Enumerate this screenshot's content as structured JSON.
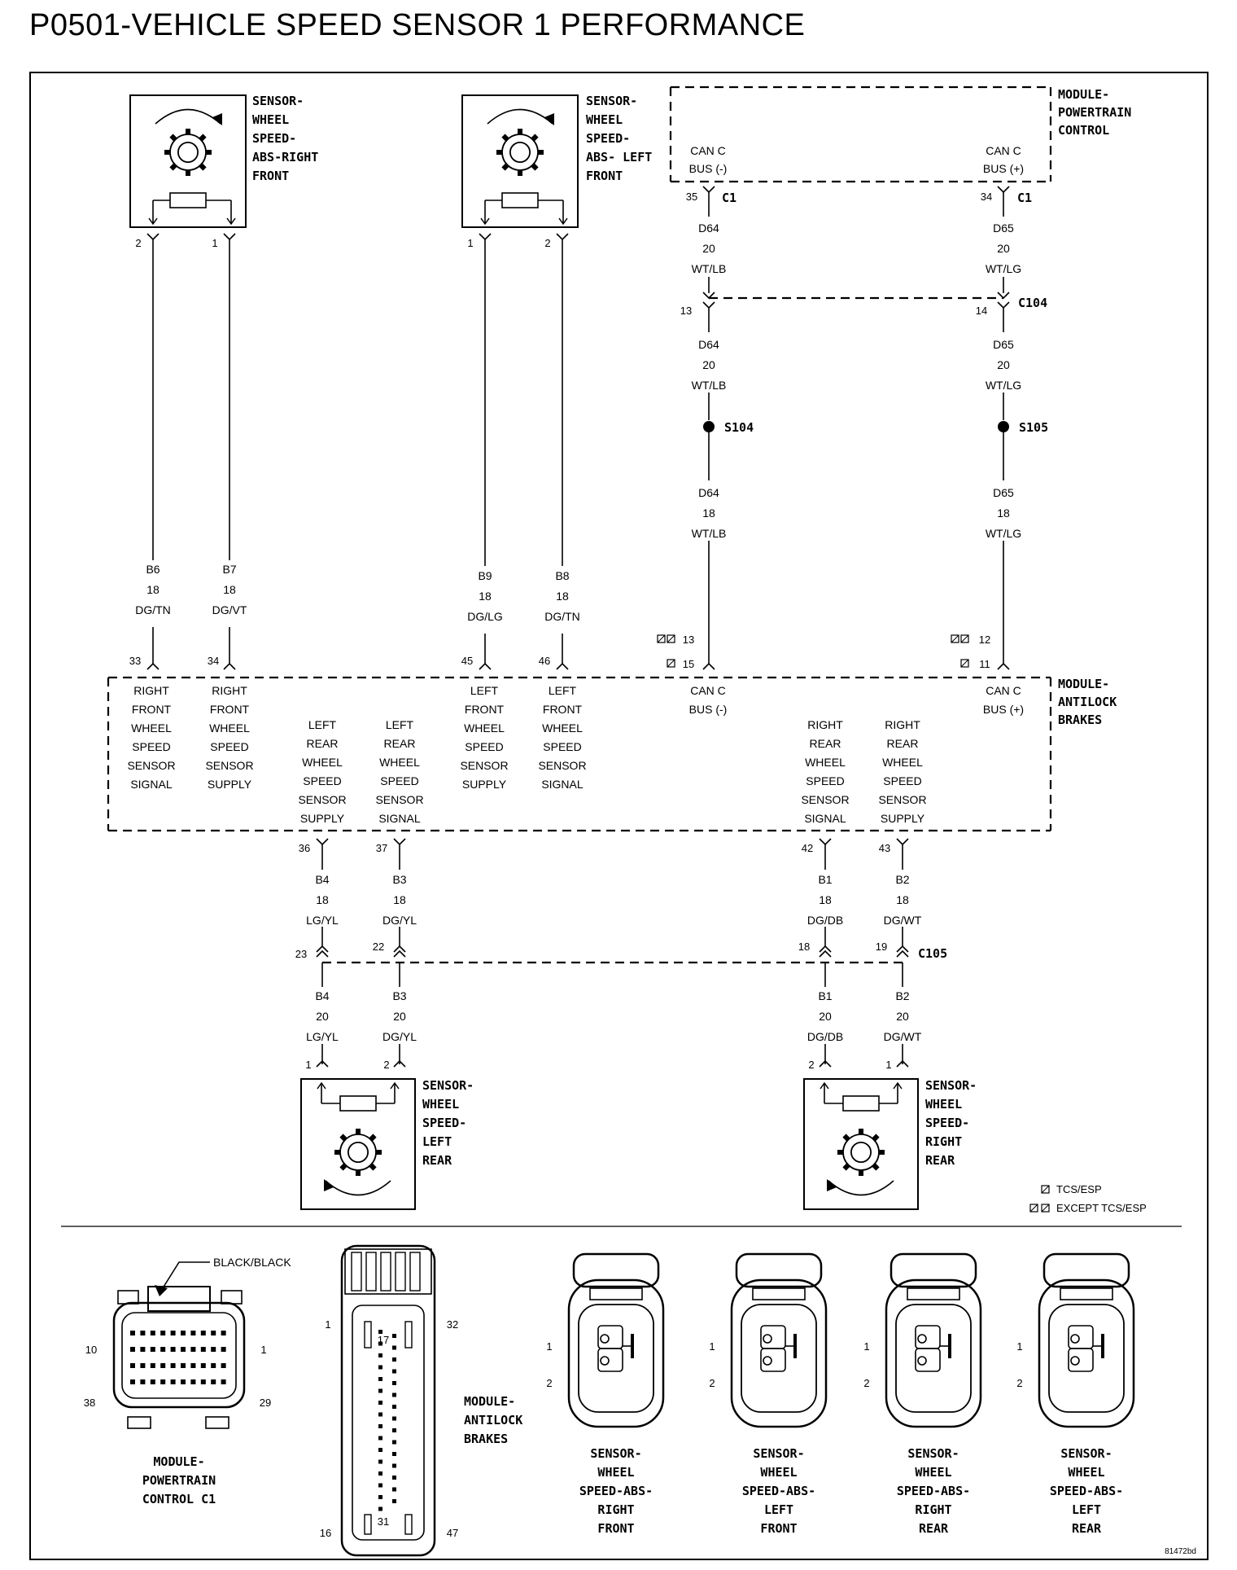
{
  "title": "P0501-VEHICLE SPEED SENSOR 1 PERFORMANCE",
  "sensor_rf": [
    "SENSOR-",
    "WHEEL",
    "SPEED-",
    "ABS-RIGHT",
    "FRONT"
  ],
  "sensor_lf": [
    "SENSOR-",
    "WHEEL",
    "SPEED-",
    "ABS- LEFT",
    "FRONT"
  ],
  "sensor_lr": [
    "SENSOR-",
    "WHEEL",
    "SPEED-",
    "LEFT",
    "REAR"
  ],
  "sensor_rr": [
    "SENSOR-",
    "WHEEL",
    "SPEED-",
    "RIGHT",
    "REAR"
  ],
  "pcm": {
    "label": [
      "MODULE-",
      "POWERTRAIN",
      "CONTROL"
    ],
    "can_low": [
      "CAN C",
      "BUS (-)"
    ],
    "can_high": [
      "CAN C",
      "BUS (+)"
    ],
    "pin_low": "35",
    "pin_high": "34",
    "connector": "C1"
  },
  "abs": {
    "label": [
      "MODULE-",
      "ANTILOCK",
      "BRAKES"
    ],
    "circuits": [
      {
        "pin": "33",
        "text": [
          "RIGHT",
          "FRONT",
          "WHEEL",
          "SPEED",
          "SENSOR",
          "SIGNAL"
        ]
      },
      {
        "pin": "34",
        "text": [
          "RIGHT",
          "FRONT",
          "WHEEL",
          "SPEED",
          "SENSOR",
          "SUPPLY"
        ]
      },
      {
        "pin": "36",
        "text": [
          "LEFT",
          "REAR",
          "WHEEL",
          "SPEED",
          "SENSOR",
          "SUPPLY"
        ]
      },
      {
        "pin": "37",
        "text": [
          "LEFT",
          "REAR",
          "WHEEL",
          "SPEED",
          "SENSOR",
          "SIGNAL"
        ]
      },
      {
        "pin": "45",
        "text": [
          "LEFT",
          "FRONT",
          "WHEEL",
          "SPEED",
          "SENSOR",
          "SUPPLY"
        ]
      },
      {
        "pin": "46",
        "text": [
          "LEFT",
          "FRONT",
          "WHEEL",
          "SPEED",
          "SENSOR",
          "SIGNAL"
        ]
      },
      {
        "pin": "15",
        "text": [
          "CAN C",
          "BUS (-)"
        ]
      },
      {
        "pin": "42",
        "text": [
          "RIGHT",
          "REAR",
          "WHEEL",
          "SPEED",
          "SENSOR",
          "SIGNAL"
        ]
      },
      {
        "pin": "43",
        "text": [
          "RIGHT",
          "REAR",
          "WHEEL",
          "SPEED",
          "SENSOR",
          "SUPPLY"
        ]
      },
      {
        "pin": "11",
        "text": [
          "CAN C",
          "BUS (+)"
        ]
      }
    ],
    "alt_pin_low": "13",
    "alt_pin_high": "12"
  },
  "wires": {
    "b6": [
      "B6",
      "18",
      "DG/TN"
    ],
    "b7": [
      "B7",
      "18",
      "DG/VT"
    ],
    "b9": [
      "B9",
      "18",
      "DG/LG"
    ],
    "b8": [
      "B8",
      "18",
      "DG/TN"
    ],
    "d64_top": [
      "D64",
      "20",
      "WT/LB"
    ],
    "d65_top": [
      "D65",
      "20",
      "WT/LG"
    ],
    "d64_mid": [
      "D64",
      "20",
      "WT/LB"
    ],
    "d65_mid": [
      "D65",
      "20",
      "WT/LG"
    ],
    "d64_low": [
      "D64",
      "18",
      "WT/LB"
    ],
    "d65_low": [
      "D65",
      "18",
      "WT/LG"
    ],
    "b4_18": [
      "B4",
      "18",
      "LG/YL"
    ],
    "b3_18": [
      "B3",
      "18",
      "DG/YL"
    ],
    "b1_18": [
      "B1",
      "18",
      "DG/DB"
    ],
    "b2_18": [
      "B2",
      "18",
      "DG/WT"
    ],
    "b4_20": [
      "B4",
      "20",
      "LG/YL"
    ],
    "b3_20": [
      "B3",
      "20",
      "DG/YL"
    ],
    "b1_20": [
      "B1",
      "20",
      "DG/DB"
    ],
    "b2_20": [
      "B2",
      "20",
      "DG/WT"
    ]
  },
  "pins": {
    "rf_2": "2",
    "rf_1": "1",
    "lf_1": "1",
    "lf_2": "2",
    "c104_13": "13",
    "c104_14": "14",
    "c105_23": "23",
    "c105_22": "22",
    "c105_18": "18",
    "c105_19": "19",
    "lr_1": "1",
    "lr_2": "2",
    "rr_2": "2",
    "rr_1": "1"
  },
  "connectors": {
    "c104": "C104",
    "c105": "C105"
  },
  "splices": {
    "s104": "S104",
    "s105": "S105"
  },
  "legend": {
    "tcs": "TCS/ESP",
    "except": "EXCEPT TCS/ESP"
  },
  "bottom": {
    "pcm_c1": {
      "label": [
        "MODULE-",
        "POWERTRAIN",
        "CONTROL C1"
      ],
      "color": "BLACK/BLACK",
      "pin_tl": "10",
      "pin_tr": "1",
      "pin_bl": "38",
      "pin_br": "29"
    },
    "abs_conn": {
      "label": [
        "MODULE-",
        "ANTILOCK",
        "BRAKES"
      ],
      "pin_tl": "1",
      "pin_in_top": "17",
      "pin_tr": "32",
      "pin_bl": "16",
      "pin_in_bot": "31",
      "pin_br": "47"
    },
    "sensor_conns": [
      {
        "label": [
          "SENSOR-",
          "WHEEL",
          "SPEED-ABS-",
          "RIGHT",
          "FRONT"
        ],
        "p1": "1",
        "p2": "2"
      },
      {
        "label": [
          "SENSOR-",
          "WHEEL",
          "SPEED-ABS-",
          "LEFT",
          "FRONT"
        ],
        "p1": "1",
        "p2": "2"
      },
      {
        "label": [
          "SENSOR-",
          "WHEEL",
          "SPEED-ABS-",
          "RIGHT",
          "REAR"
        ],
        "p1": "1",
        "p2": "2"
      },
      {
        "label": [
          "SENSOR-",
          "WHEEL",
          "SPEED-ABS-",
          "LEFT",
          "REAR"
        ],
        "p1": "1",
        "p2": "2"
      }
    ],
    "code": "81472bd"
  }
}
